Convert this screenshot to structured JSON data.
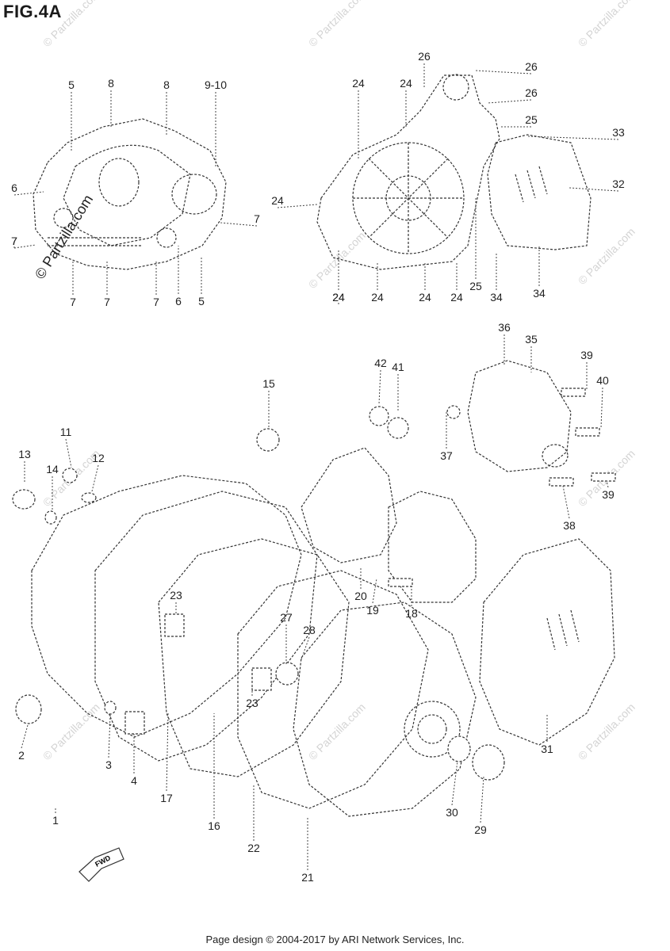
{
  "title": "FIG.4A",
  "watermark": "© Partzilla.com",
  "footer": "Page design © 2004-2017 by ARI Network Services, Inc.",
  "fwd_label": "FWD",
  "callouts": [
    "1",
    "2",
    "3",
    "4",
    "5",
    "5",
    "6",
    "6",
    "7",
    "7",
    "7",
    "7",
    "7",
    "7",
    "8",
    "8",
    "9-10",
    "11",
    "12",
    "13",
    "14",
    "15",
    "16",
    "17",
    "18",
    "19",
    "20",
    "21",
    "22",
    "23",
    "23",
    "24",
    "24",
    "24",
    "24",
    "24",
    "24",
    "24",
    "24",
    "25",
    "25",
    "26",
    "26",
    "26",
    "27",
    "28",
    "29",
    "30",
    "31",
    "32",
    "33",
    "34",
    "34",
    "35",
    "36",
    "37",
    "38",
    "39",
    "39",
    "40",
    "41",
    "42"
  ]
}
